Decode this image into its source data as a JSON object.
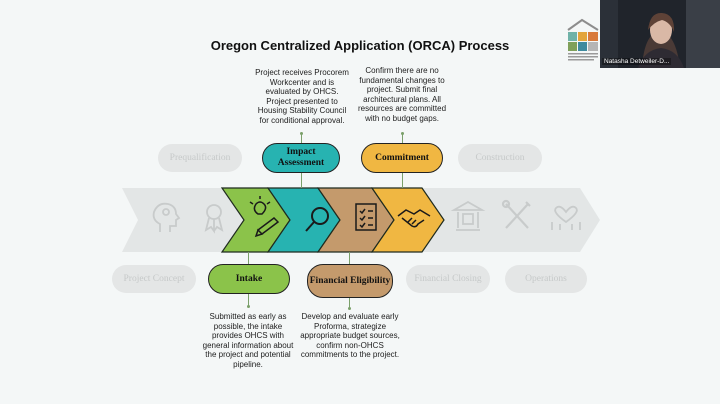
{
  "slide": {
    "title": "Oregon Centralized Application (ORCA) Process",
    "top_steps": [
      {
        "label": "Prequalification"
      },
      {
        "label": "Impact Assessment",
        "color": "#27b3b1"
      },
      {
        "label": "Commitment",
        "color": "#f0b742"
      },
      {
        "label": "Construction"
      }
    ],
    "bottom_steps": [
      {
        "label": "Project Concept"
      },
      {
        "label": "Intake",
        "color": "#8bc34a"
      },
      {
        "label": "Financial Eligibility",
        "color": "#c49a6c"
      },
      {
        "label": "Financial Closing"
      },
      {
        "label": "Operations"
      }
    ],
    "descriptions": {
      "impact": "Project receives Procorem Workcenter and is evaluated by OHCS. Project presented to Housing Stability Council for conditional approval.",
      "commitment": "Confirm there are no fundamental changes to project. Submit final architectural plans. All resources are committed with no budget gaps.",
      "intake": "Submitted as early as possible, the intake provides OHCS with general information about the project and potential pipeline.",
      "eligibility": "Develop and evaluate early Proforma, strategize appropriate budget sources, confirm non-OHCS commitments to the project."
    },
    "arrow_icons": [
      "head-lightbulb-icon",
      "award-ribbon-icon",
      "lightbulb-pencil-icon",
      "magnifier-icon",
      "checklist-icon",
      "handshake-icon",
      "bank-icon",
      "tools-icon",
      "heart-people-icon"
    ],
    "colors": {
      "intake": "#8bc34a",
      "impact": "#27b3b1",
      "eligibility": "#c49a6c",
      "commitment": "#f0b742",
      "inactive": "#e4e6e6"
    }
  },
  "video": {
    "participant_name": "Natasha Detweiler-D..."
  }
}
